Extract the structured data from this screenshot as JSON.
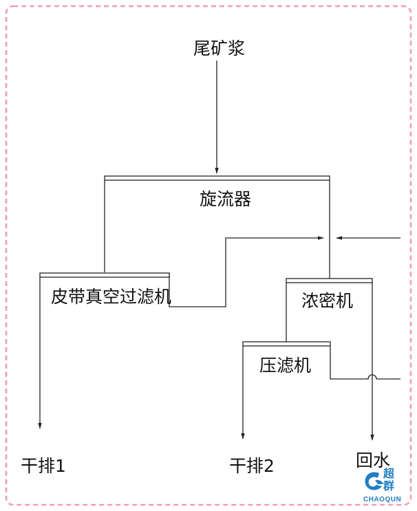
{
  "diagram": {
    "nodes": {
      "tailings": "尾矿浆",
      "cyclone": "旋流器",
      "belt_filter": "皮带真空过滤机",
      "thickener": "浓密机",
      "filter_press": "压滤机",
      "dry1": "干排1",
      "dry2": "干排2",
      "return_water": "回水"
    }
  },
  "logo": {
    "cn": "超群",
    "en": "CHAOQUN"
  },
  "colors": {
    "border": "#f49ab4",
    "line": "#222222",
    "logo": "#1f7fc4"
  }
}
